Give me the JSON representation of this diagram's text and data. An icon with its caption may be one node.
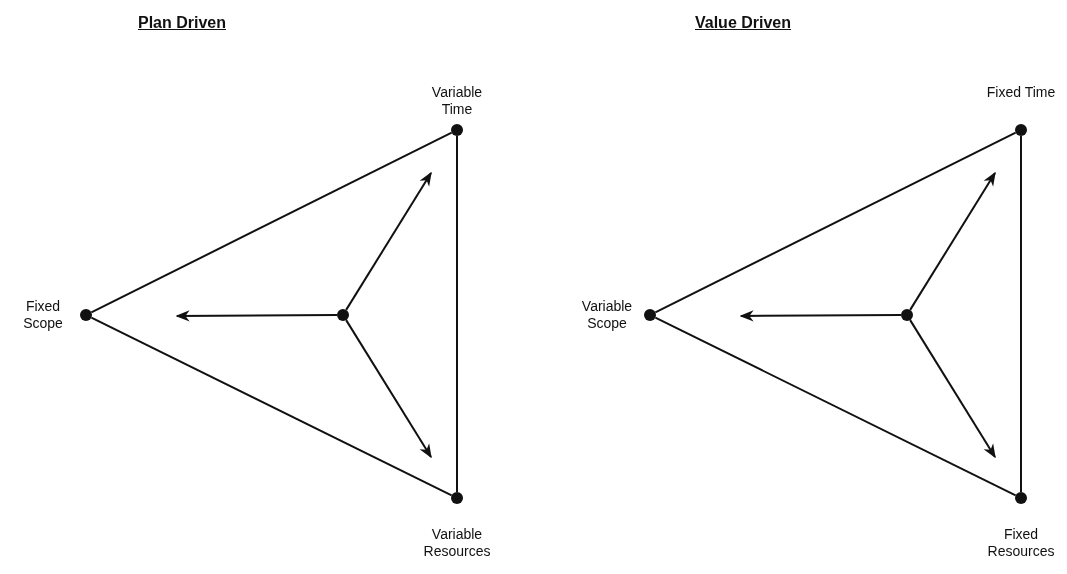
{
  "diagram": {
    "nodes": [
      {
        "text": [],
        "shape": "circle",
        "beside": [
          "Variable Time"
        ]
      },
      {
        "text": [],
        "shape": "circle",
        "beside": [
          "Fixed Scope"
        ]
      },
      {
        "text": [],
        "shape": "circle"
      },
      {
        "text": [],
        "shape": "circle",
        "beside": [
          "Variable Resources"
        ]
      },
      {
        "text": [],
        "shape": "circle",
        "beside": [
          "Fixed Time"
        ]
      },
      {
        "text": [],
        "shape": "circle",
        "beside": [
          "Variable Scope"
        ]
      },
      {
        "text": [],
        "shape": "circle"
      },
      {
        "text": [],
        "shape": "circle",
        "beside": [
          "Fixed Resources"
        ]
      }
    ],
    "edges": [
      {
        "from": 1,
        "to": 0,
        "arrow": "none"
      },
      {
        "from": 0,
        "to": 3,
        "arrow": "none"
      },
      {
        "from": 1,
        "to": 3,
        "arrow": "none"
      },
      {
        "from": 2,
        "to": null,
        "arrow": "to"
      },
      {
        "from": 2,
        "to": null,
        "arrow": "to"
      },
      {
        "from": 2,
        "to": null,
        "arrow": "to"
      },
      {
        "from": 5,
        "to": 4,
        "arrow": "none"
      },
      {
        "from": 4,
        "to": 7,
        "arrow": "none"
      },
      {
        "from": 5,
        "to": 7,
        "arrow": "none"
      },
      {
        "from": 6,
        "to": null,
        "arrow": "to"
      },
      {
        "from": 6,
        "to": null,
        "arrow": "to"
      },
      {
        "from": 6,
        "to": null,
        "arrow": "to"
      }
    ],
    "labels": [
      "Plan Driven",
      "Value Driven"
    ]
  }
}
